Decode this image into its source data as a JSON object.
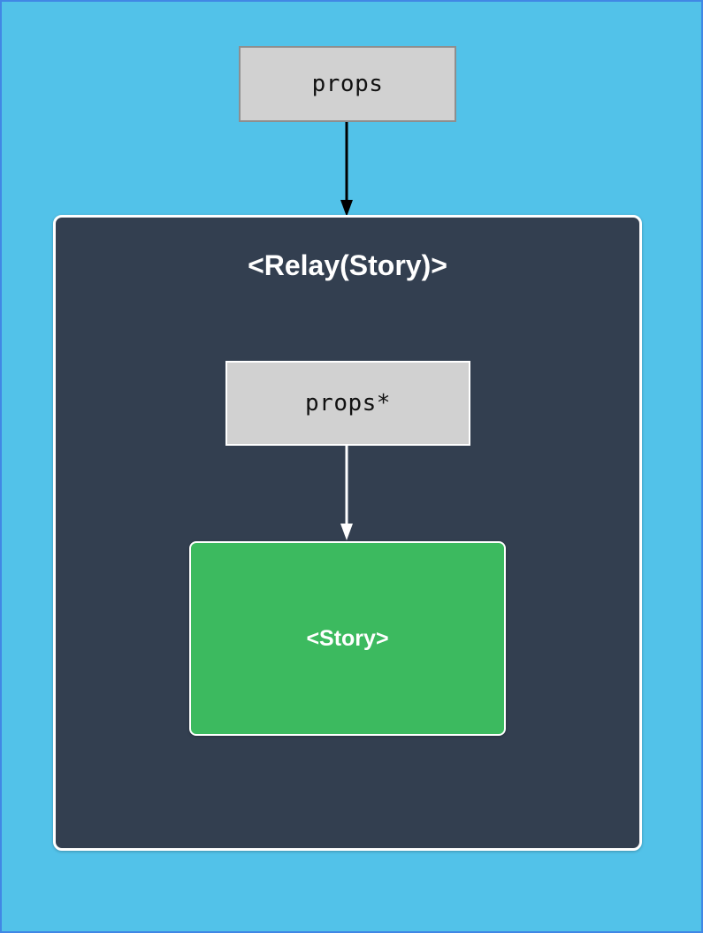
{
  "canvas": {
    "background_color": "#52c2e9",
    "frame_border_color": "#4187e5"
  },
  "nodes": {
    "outer_props": {
      "label": "props",
      "fill": "#d1d1d1",
      "border_color": "#8e8e8e",
      "text_color": "#111111"
    },
    "relay_container": {
      "title": "<Relay(Story)>",
      "fill": "#333f50",
      "border_color": "#ffffff",
      "title_color": "#ffffff"
    },
    "inner_props": {
      "label": "props*",
      "fill": "#d1d1d1",
      "border_color": "#ffffff",
      "text_color": "#111111"
    },
    "story": {
      "label": "<Story>",
      "fill": "#3cba5f",
      "border_color": "#ffffff",
      "text_color": "#ffffff"
    }
  },
  "arrows": {
    "outer_props_to_relay": {
      "color": "#000000",
      "direction": "down"
    },
    "inner_props_to_story": {
      "color": "#ffffff",
      "direction": "down"
    }
  }
}
